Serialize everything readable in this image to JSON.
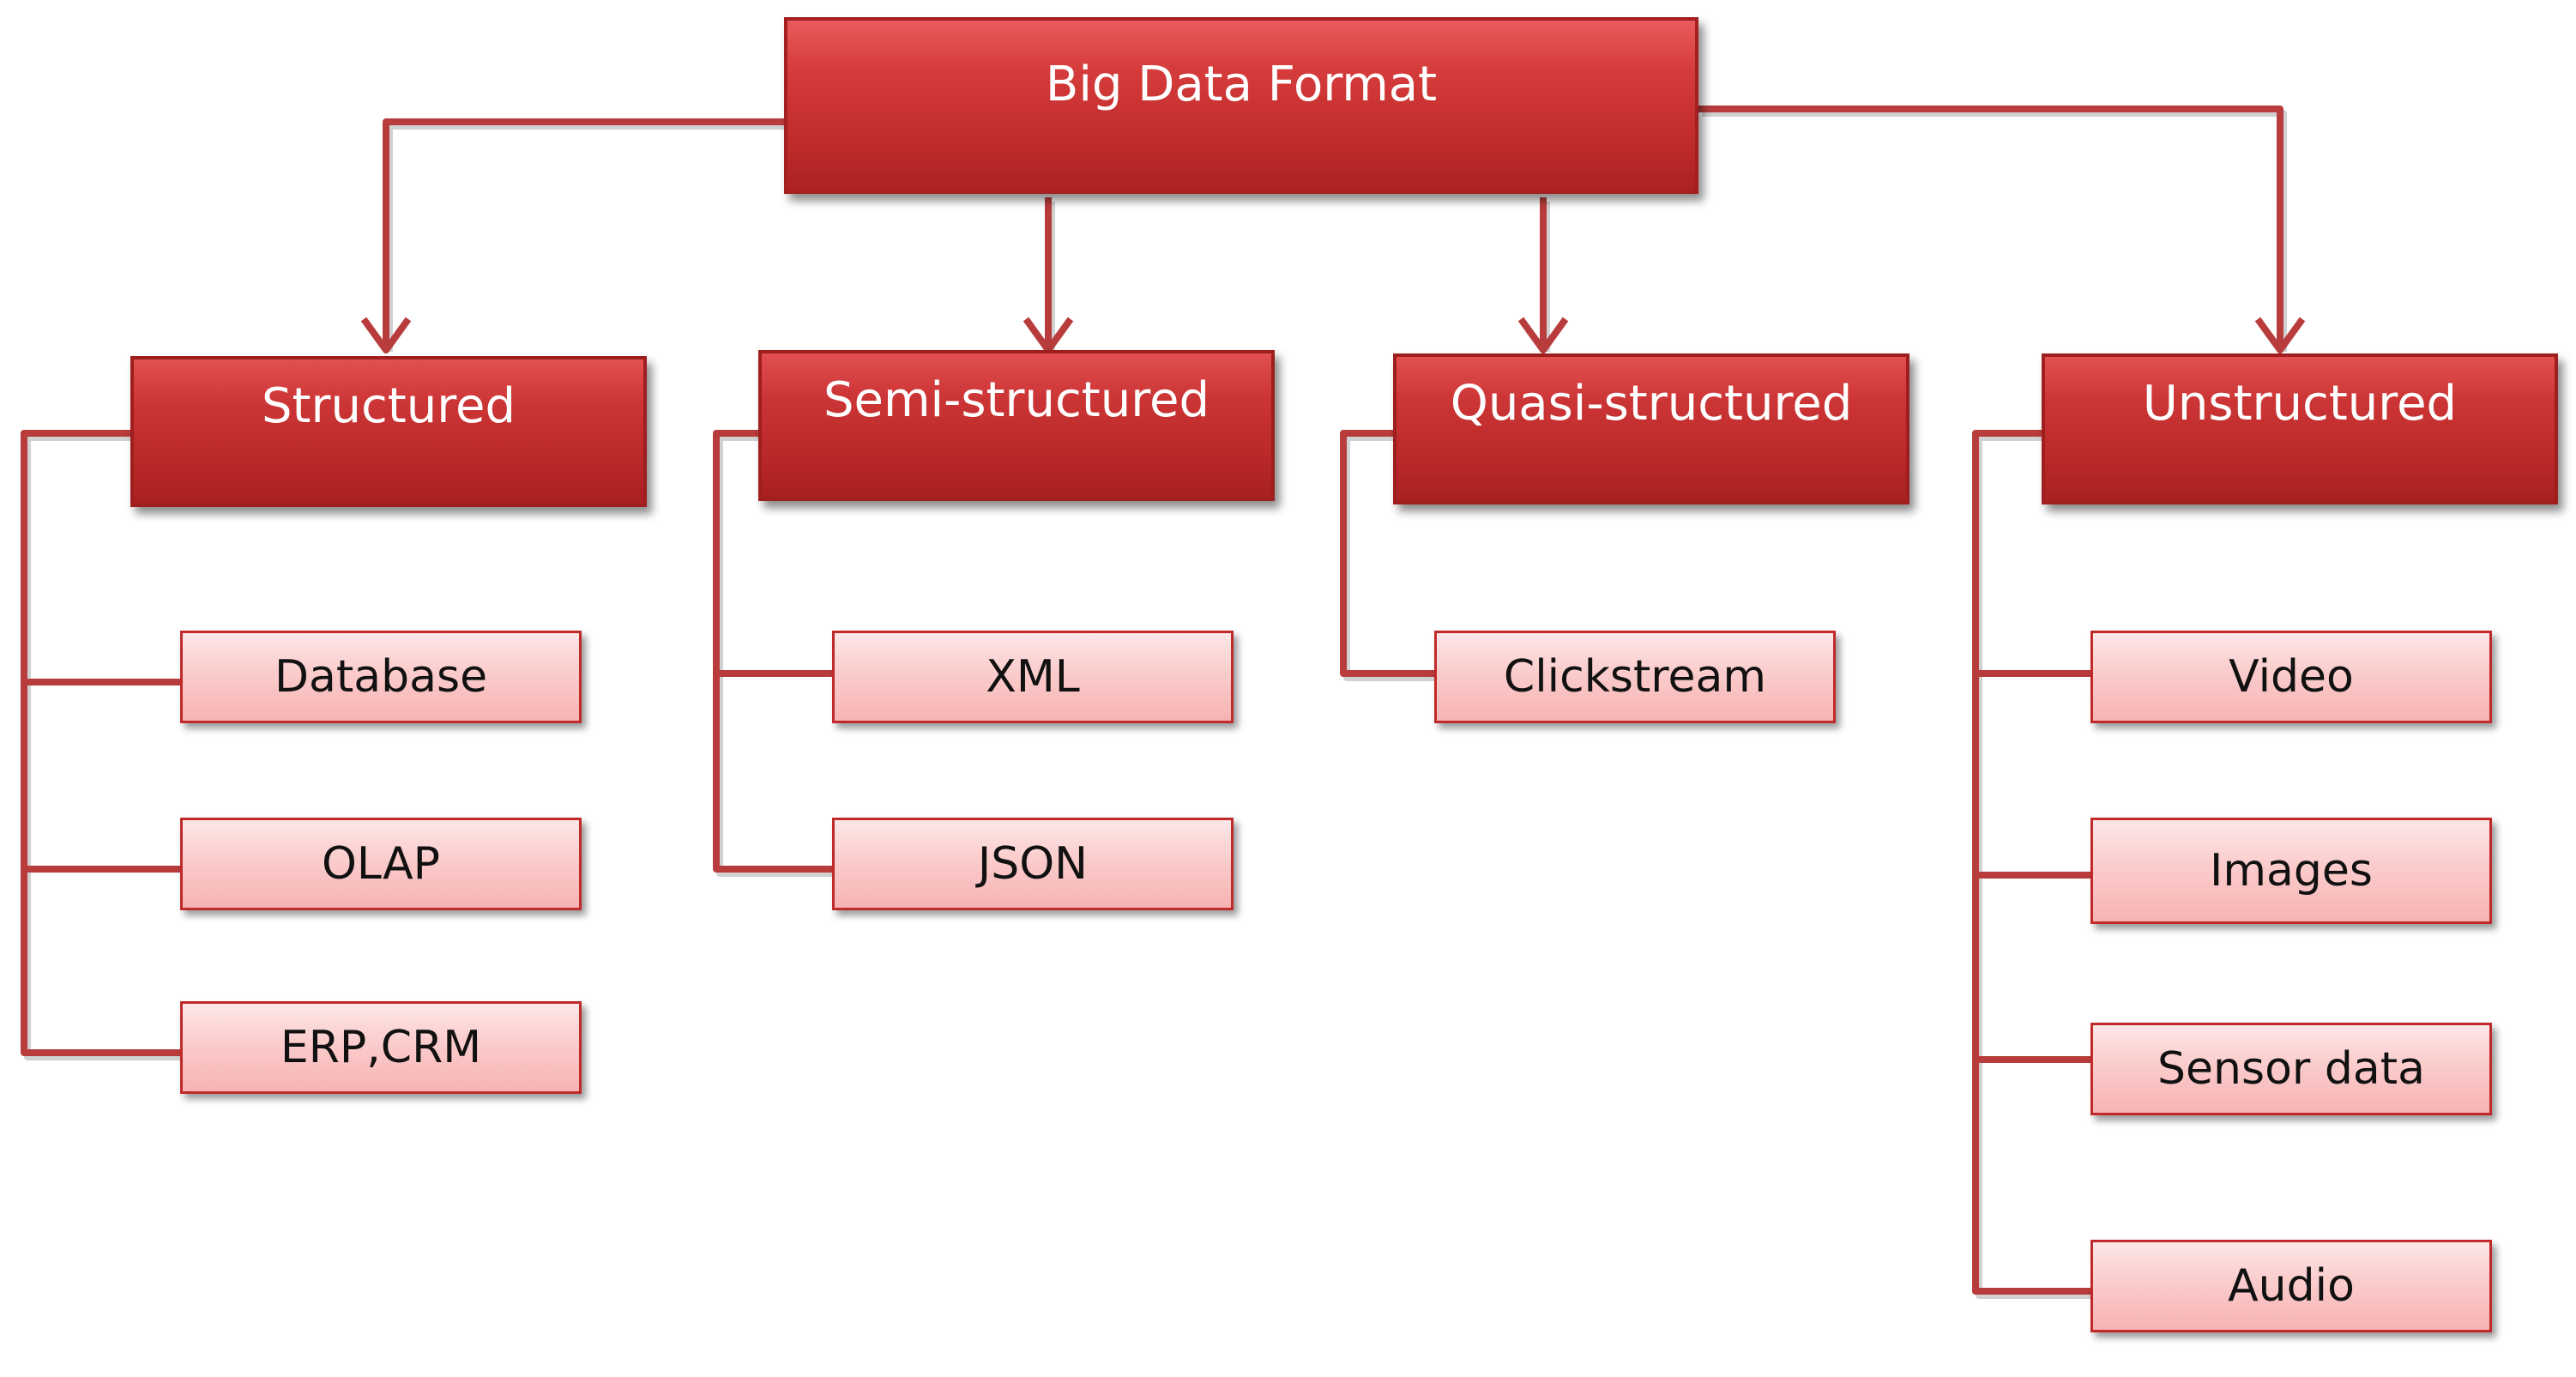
{
  "diagram": {
    "root": "Big Data Format",
    "categories": [
      {
        "label": "Structured",
        "items": [
          "Database",
          "OLAP",
          "ERP,CRM"
        ]
      },
      {
        "label": "Semi-structured",
        "items": [
          "XML",
          "JSON"
        ]
      },
      {
        "label": "Quasi-structured",
        "items": [
          "Clickstream"
        ]
      },
      {
        "label": "Unstructured",
        "items": [
          "Video",
          "Images",
          "Sensor data",
          "Audio"
        ]
      }
    ]
  },
  "colors": {
    "header_red": "#c62f2f",
    "leaf_pink": "#fbcccc",
    "connector": "#b83c3c"
  }
}
